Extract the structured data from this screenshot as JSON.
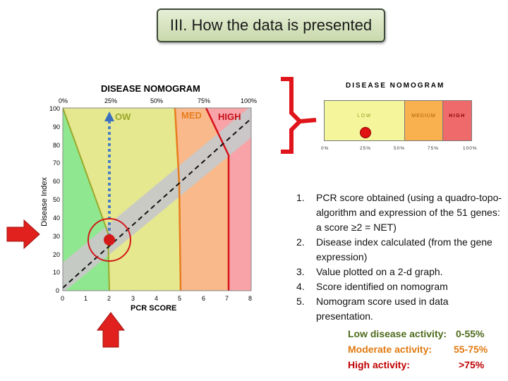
{
  "slide": {
    "title": "III. How the data is presented"
  },
  "nomogram": {
    "title": "DISEASE NOMOGRAM",
    "top_ticks": [
      "0%",
      "25%",
      "50%",
      "75%",
      "100%"
    ],
    "y_ticks": [
      "0",
      "10",
      "20",
      "30",
      "40",
      "50",
      "60",
      "70",
      "80",
      "90",
      "100"
    ],
    "x_ticks": [
      "0",
      "1",
      "2",
      "3",
      "4",
      "5",
      "6",
      "7",
      "8"
    ],
    "y_label": "Disease Index",
    "x_label": "PCR SCORE",
    "zone_labels": {
      "low": "OW",
      "med": "MED",
      "high": "HIGH"
    },
    "colors": {
      "low_green": "#8fe88f",
      "low_yellow": "#e5e88f",
      "med": "#f9b98a",
      "high": "#f7a3a8",
      "band": "#c8c8c8"
    }
  },
  "small_nomogram": {
    "title": "DISEASE NOMOGRAM",
    "segments": [
      "LOW",
      "MEDIUM",
      "HIGH"
    ],
    "ticks": [
      "0%",
      "25%",
      "50%",
      "75%",
      "100%"
    ],
    "colors": {
      "low": "#f5f59c",
      "medium": "#f9b04e",
      "high": "#ef6b6b"
    }
  },
  "steps": [
    {
      "num": "1.",
      "text": "PCR score obtained (using a quadro-topo-algorithm and expression of the 51 genes: a score ≥2 = NET)"
    },
    {
      "num": "2.",
      "text": "Disease index calculated (from the gene expression)"
    },
    {
      "num": "3.",
      "text": "Value plotted on a 2-d graph."
    },
    {
      "num": "4.",
      "text": "Score identified on nomogram"
    },
    {
      "num": "5.",
      "text": "Nomogram score used in data presentation."
    }
  ],
  "activity": {
    "low": {
      "label": "Low disease activity:",
      "value": "0-55%",
      "color": "#4e6b1c"
    },
    "moderate": {
      "label": "Moderate activity:",
      "value": "55-75%",
      "color": "#e07b12"
    },
    "high": {
      "label": "High activity:",
      "value": ">75%",
      "color": "#c00000"
    }
  }
}
